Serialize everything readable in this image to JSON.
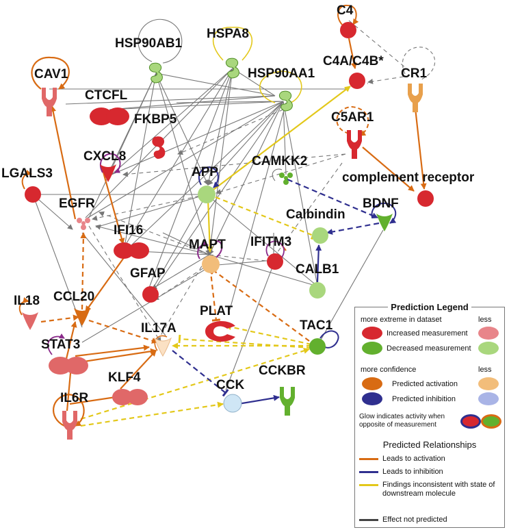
{
  "colors": {
    "increased": "#d7282f",
    "increased_light": "#e8858a",
    "decreased": "#62b02e",
    "decreased_light": "#a9d77d",
    "activation": "#d86b13",
    "activation_light": "#f2bd7a",
    "inhibition": "#2f2f8f",
    "inhibition_light": "#a9b4e6",
    "inconsistent": "#e3c81a",
    "not_predicted": "#666666",
    "cck_fill": "#cfe6f5"
  },
  "nodes": {
    "c4": "C4",
    "c4a_c4b": "C4A/C4B*",
    "cr1": "CR1",
    "hsp90ab1": "HSP90AB1",
    "hspa8": "HSPA8",
    "hsp90aa1": "HSP90AA1",
    "cav1": "CAV1",
    "ctcfl": "CTCFL",
    "fkbp5": "FKBP5",
    "c5ar1": "C5AR1",
    "cxcl8": "CXCL8",
    "camkk2": "CAMKK2",
    "app": "APP",
    "complement_receptor": "complement receptor",
    "lgals3": "LGALS3",
    "egfr": "EGFR",
    "bdnf": "BDNF",
    "calbindin": "Calbindin",
    "ifi16": "IFI16",
    "mapt": "MAPT",
    "ifitm3": "IFITM3",
    "gfap": "GFAP",
    "calb1": "CALB1",
    "il18": "IL18",
    "ccl20": "CCL20",
    "plat": "PLAT",
    "il17a": "IL17A",
    "tac1": "TAC1",
    "stat3": "STAT3",
    "cckbr": "CCKBR",
    "klf4": "KLF4",
    "cck": "CCK",
    "il6r": "IL6R"
  },
  "legend": {
    "title": "Prediction Legend",
    "extreme_label": "more extreme in dataset",
    "less_label_1": "less",
    "increased": "Increased measurement",
    "decreased": "Decreased measurement",
    "confidence_label": "more confidence",
    "less_label_2": "less",
    "pred_activation": "Predicted activation",
    "pred_inhibition": "Predicted inhibition",
    "glow": "Glow indicates activity when opposite of measurement",
    "relationships_title": "Predicted Relationships",
    "leads_activation": "Leads to activation",
    "leads_inhibition": "Leads to inhibition",
    "findings": "Findings inconsistent with state of downstream molecule",
    "effect_not_predicted": "Effect not predicted"
  }
}
